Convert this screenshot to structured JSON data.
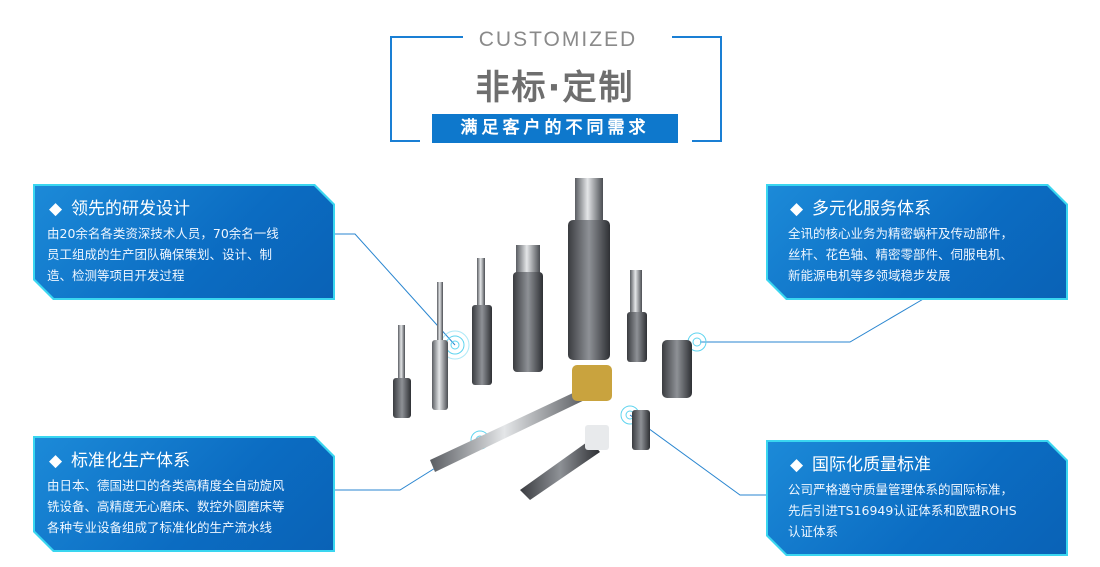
{
  "header": {
    "subtitle": "CUSTOMIZED",
    "title": "非标·定制",
    "tagline": "满足客户的不同需求"
  },
  "features": [
    {
      "title": "领先的研发设计",
      "lines": [
        "由20余名各类资深技术人员，70余名一线",
        "员工组成的生产团队确保策划、设计、制",
        "造、检测等项目开发过程"
      ]
    },
    {
      "title": "多元化服务体系",
      "lines": [
        "全讯的核心业务为精密蜗杆及传动部件，",
        "丝杆、花色轴、精密零部件、伺服电机、",
        "新能源电机等多领域稳步发展"
      ]
    },
    {
      "title": "标准化生产体系",
      "lines": [
        "由日本、德国进口的各类高精度全自动旋风",
        "铣设备、高精度无心磨床、数控外圆磨床等",
        "各种专业设备组成了标准化的生产流水线"
      ]
    },
    {
      "title": "国际化质量标准",
      "lines": [
        "公司严格遵守质量管理体系的国际标准，",
        "先后引进TS16949认证体系和欧盟ROHS",
        "认证体系"
      ]
    }
  ],
  "bullet_icon": "diamond-icon",
  "colors": {
    "accent": "#0e78cc",
    "border": "#3ad6f0"
  }
}
